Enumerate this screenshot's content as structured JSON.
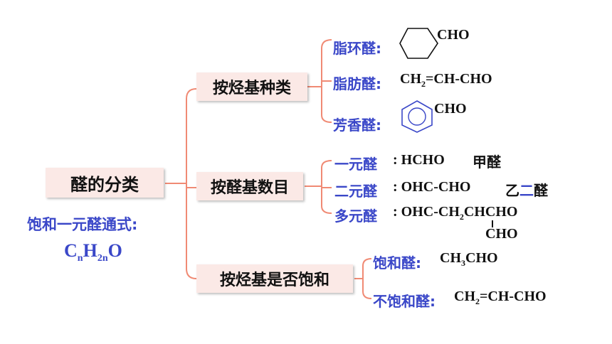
{
  "root": {
    "title": "醛的分类",
    "formula_label": "饱和一元醛通式:"
  },
  "categories": [
    {
      "label": "按烃基种类",
      "items": [
        {
          "name": "脂环醛:",
          "formula": "CHO"
        },
        {
          "name": "脂肪醛:",
          "formula_a": "CH",
          "formula_sub": "2",
          "formula_b": "=CH-CHO"
        },
        {
          "name": "芳香醛:",
          "formula": "CHO"
        }
      ]
    },
    {
      "label": "按醛基数目",
      "items": [
        {
          "name": "一元醛",
          "formula": ": HCHO",
          "note": "甲醛"
        },
        {
          "name": "二元醛",
          "formula": ": OHC-CHO",
          "note_a": "乙",
          "note_b": "二",
          "note_c": "醛"
        },
        {
          "name": "多元醛",
          "formula_a": ": OHC-CH",
          "formula_sub": "2",
          "formula_b": "CHCHO",
          "branch": "CHO"
        }
      ]
    },
    {
      "label": "按烃基是否饱和",
      "items": [
        {
          "name": "饱和醛:",
          "formula_a": "CH",
          "formula_sub": "3",
          "formula_b": "CHO"
        },
        {
          "name": "不饱和醛:",
          "formula_a": "CH",
          "formula_sub": "2",
          "formula_b": "=CH-CHO"
        }
      ]
    }
  ],
  "colors": {
    "label_blue": "#3a47c8",
    "connector": "#f08a74",
    "box_fill": "#fbe9e6",
    "note_blue": "#3a47c8"
  }
}
